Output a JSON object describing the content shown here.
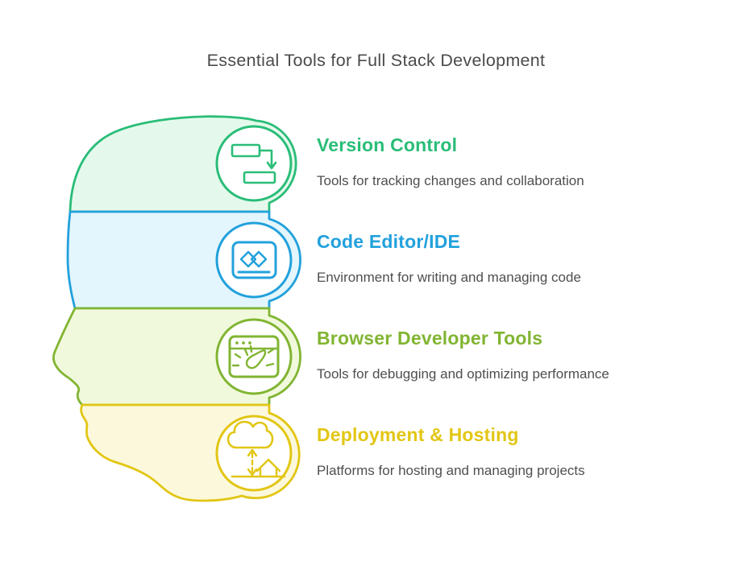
{
  "title": "Essential Tools for Full Stack Development",
  "colors": {
    "background": "#ffffff",
    "title_text": "#4b4b4b",
    "body_text": "#4f4f4f"
  },
  "sections": [
    {
      "label": "Version Control",
      "description": "Tools for tracking changes and collaboration",
      "accent_color": "#2abd78",
      "fill_color": "#e4f9ec",
      "icon": "flowchart-commit-icon"
    },
    {
      "label": "Code Editor/IDE",
      "description": "Environment for writing and managing code",
      "accent_color": "#22a1dc",
      "fill_color": "#e4f6fd",
      "icon": "code-window-icon"
    },
    {
      "label": "Browser Developer Tools",
      "description": "Tools for debugging and optimizing performance",
      "accent_color": "#81b532",
      "fill_color": "#f1f9dc",
      "icon": "browser-speedometer-icon"
    },
    {
      "label": "Deployment & Hosting",
      "description": "Platforms for hosting and managing projects",
      "accent_color": "#e2c614",
      "fill_color": "#fcf8dc",
      "icon": "cloud-house-deploy-icon"
    }
  ]
}
